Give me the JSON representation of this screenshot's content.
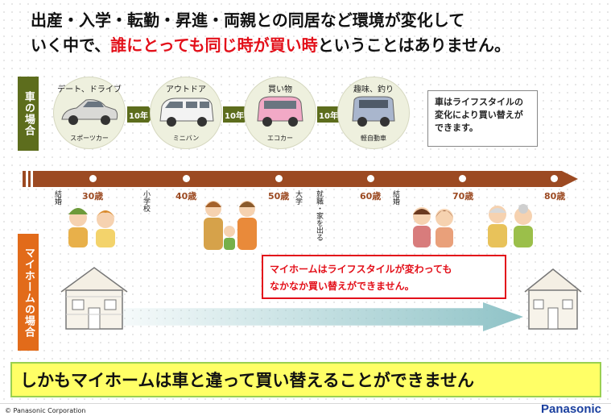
{
  "title": {
    "line1": "出産・入学・転勤・昇進・両親との同居など環境が変化して",
    "line2_pre": "いく中で、",
    "line2_highlight": "誰にとっても同じ時が買い時",
    "line2_post": "ということはありません。"
  },
  "car_section": {
    "label": "車の場合",
    "stages": [
      {
        "top": "デート、ドライブ",
        "bottom": "スポーツカー",
        "color": "#d9d9d6"
      },
      {
        "top": "アウトドア",
        "bottom": "ミニバン",
        "color": "#f3f3f3"
      },
      {
        "top": "買い物",
        "bottom": "エコカー",
        "color": "#f2a9c6"
      },
      {
        "top": "趣味、釣り",
        "bottom": "軽自動車",
        "color": "#a9b6cd"
      }
    ],
    "intervals": [
      "10年",
      "10年",
      "10年"
    ],
    "note": "車はライフスタイルの変化により買い替えができます。"
  },
  "timeline": {
    "ages": [
      "30歳",
      "40歳",
      "50歳",
      "60歳",
      "70歳",
      "80歳"
    ],
    "events": [
      "結婚",
      "小学校",
      "大学",
      "就職・家を出る",
      "結婚"
    ]
  },
  "home_section": {
    "label": "マイホームの場合",
    "callout_line1": "マイホームはライフスタイルが変わっても",
    "callout_line2": "なかなか買い替えができません。"
  },
  "banner": "しかもマイホームは車と違って買い替えることができません",
  "footer": {
    "copyright": "© Panasonic Corporation",
    "brand": "Panasonic"
  },
  "colors": {
    "accent_red": "#e3101a",
    "olive": "#5d6d1d",
    "timeline_brown": "#9c4a22",
    "orange": "#e26b1a",
    "banner_yellow": "#ffff66",
    "brand_blue": "#1a3f9e"
  }
}
